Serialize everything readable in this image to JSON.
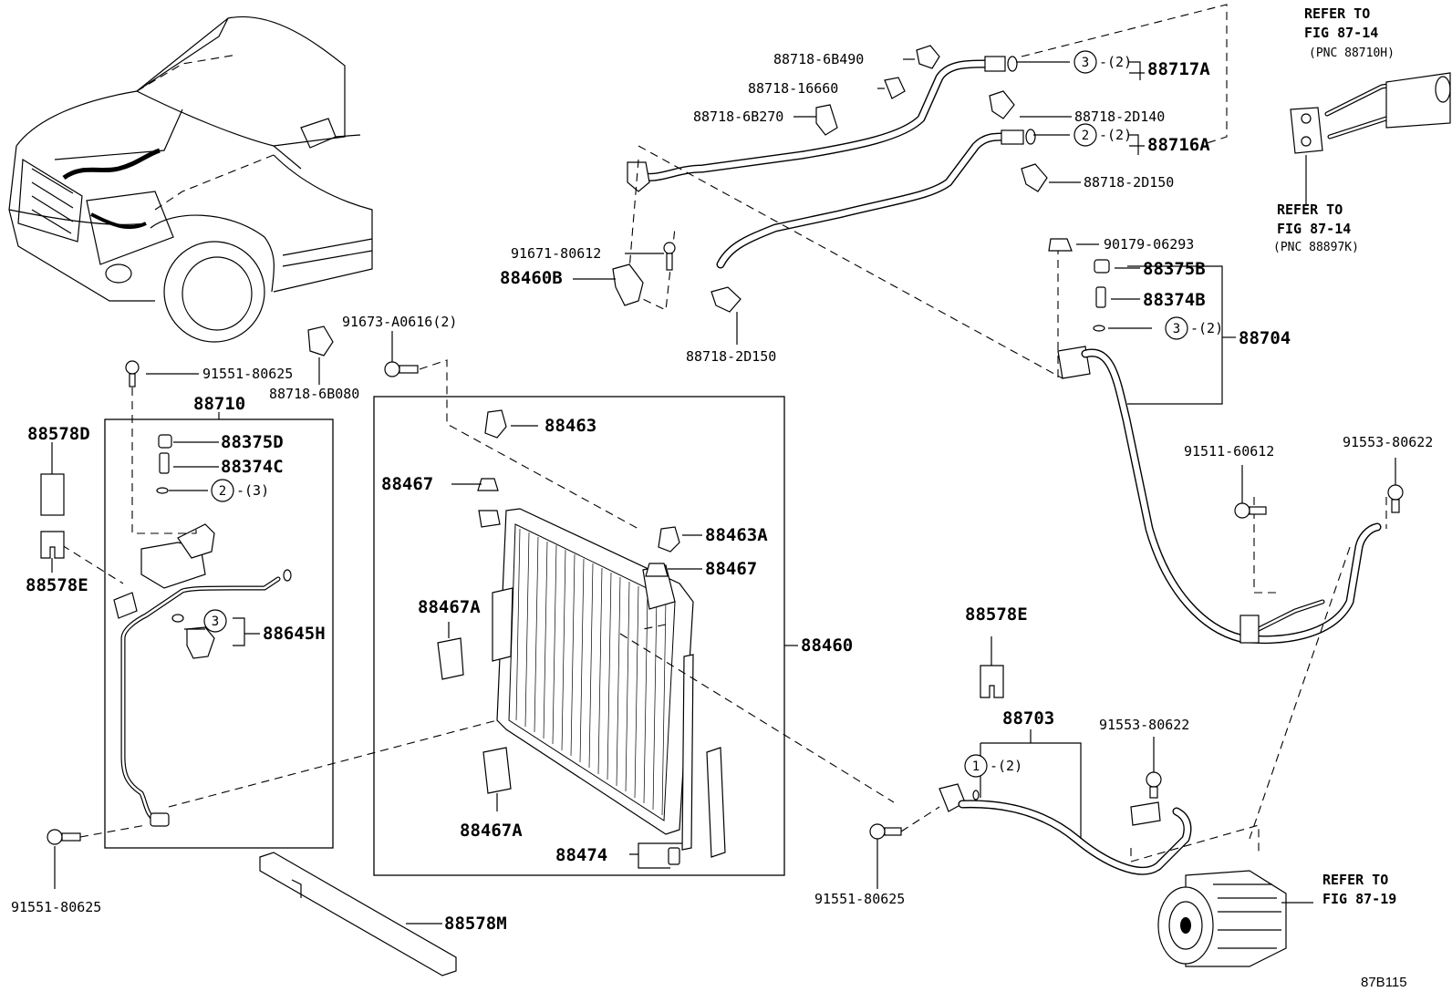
{
  "labels": {
    "refer_fig_87_14_top": [
      "REFER TO",
      "FIG 87-14",
      "(PNC 88710H)"
    ],
    "refer_fig_87_14_bottom": [
      "REFER TO",
      "FIG 87-14",
      "(PNC 88897K)"
    ],
    "refer_fig_87_19": [
      "REFER TO",
      "FIG 87-19"
    ],
    "p88718_6B490": "88718-6B490",
    "p88718_16660": "88718-16660",
    "p88718_6B270": "88718-6B270",
    "p88717A": "88717A",
    "p88718_2D140": "88718-2D140",
    "p88716A": "88716A",
    "p88718_2D150_top": "88718-2D150",
    "p91671_80612": "91671-80612",
    "p88460B": "88460B",
    "p88718_2D150_mid": "88718-2D150",
    "p90179_06293": "90179-06293",
    "p88375B": "88375B",
    "p88374B": "88374B",
    "p88704": "88704",
    "p91673_A0616": "91673-A0616(2)",
    "p91551_80625_top": "91551-80625",
    "p88718_6B080": "88718-6B080",
    "p88710": "88710",
    "p88578D": "88578D",
    "p88375D": "88375D",
    "p88374C": "88374C",
    "p88578E_left": "88578E",
    "p88645H": "88645H",
    "p88463": "88463",
    "p88467_top": "88467",
    "p88463A": "88463A",
    "p88467_mid": "88467",
    "p88467A_top": "88467A",
    "p88460": "88460",
    "p88467A_bottom": "88467A",
    "p88474": "88474",
    "p91551_80625_bl": "91551-80625",
    "p88578M": "88578M",
    "p88578E_right": "88578E",
    "p88703": "88703",
    "p91553_80622_mid": "91553-80622",
    "p91551_80625_br": "91551-80625",
    "p91511_60612": "91511-60612",
    "p91553_80622_right": "91553-80622"
  },
  "callouts": [
    {
      "num": "3",
      "qty": "-(2)"
    },
    {
      "num": "2",
      "qty": "-(2)"
    },
    {
      "num": "3",
      "qty": "-(2)"
    },
    {
      "num": "2",
      "qty": "-(3)"
    },
    {
      "num": "3",
      "qty": ""
    },
    {
      "num": "1",
      "qty": "-(2)"
    }
  ],
  "figure_code": "87B115"
}
